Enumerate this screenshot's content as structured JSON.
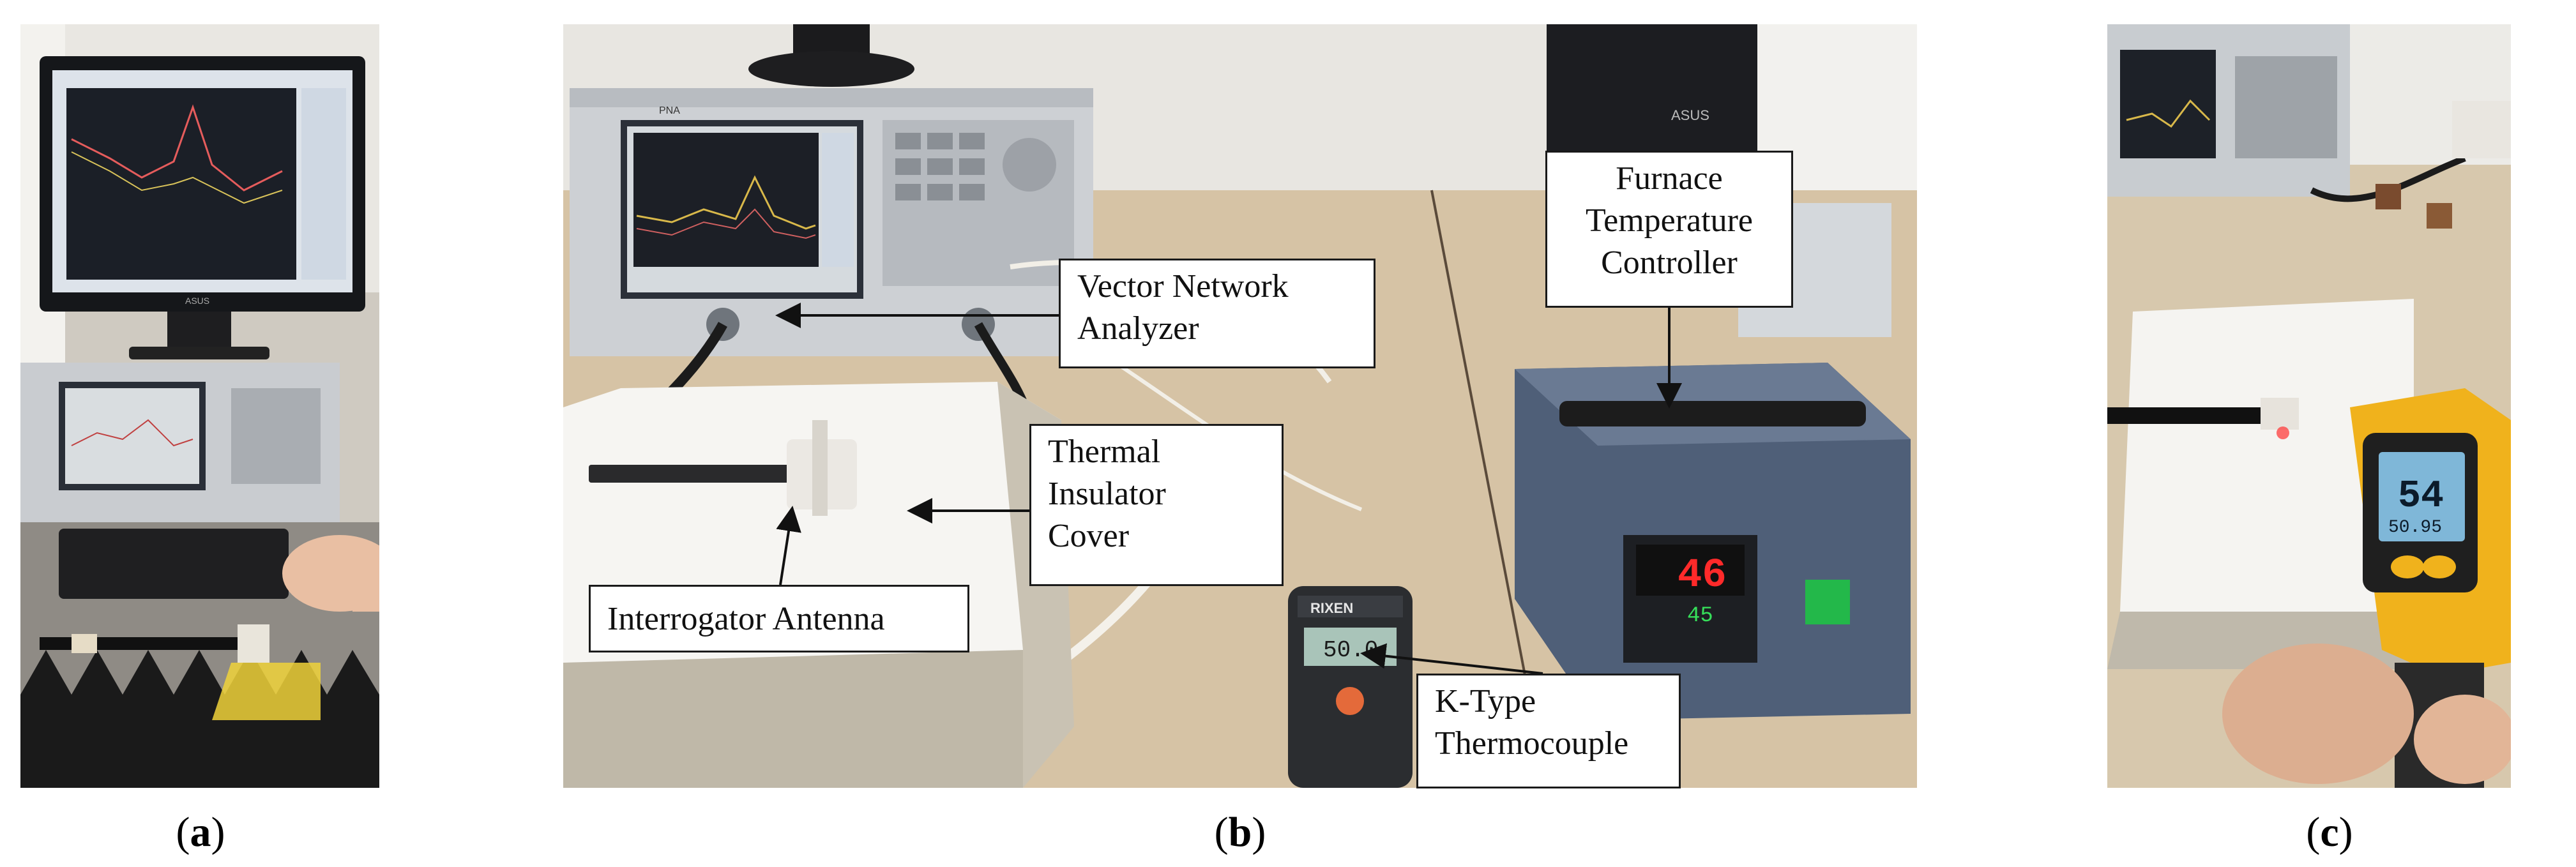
{
  "panels": {
    "a": {
      "caption_open": "(",
      "caption_letter": "a",
      "caption_close": ")"
    },
    "b": {
      "caption_open": "(",
      "caption_letter": "b",
      "caption_close": ")"
    },
    "c": {
      "caption_open": "(",
      "caption_letter": "c",
      "caption_close": ")"
    }
  },
  "callouts": {
    "vector_network_analyzer": "Vector Network\nAnalyzer",
    "furnace_temperature_controller": "Furnace\nTemperature\nController",
    "thermal_insulator_cover": "Thermal\nInsulator\nCover",
    "interrogator_antenna": "Interrogator Antenna",
    "k_type_thermocouple": "K-Type\nThermocouple"
  },
  "photo_text": {
    "analyzer_brand": "PNA",
    "monitor_brand": "ASUS",
    "controller_pv": "46",
    "controller_sv": "45",
    "thermocouple_brand": "RIXEN",
    "thermocouple_reading": "50.0",
    "ir_primary_reading": "54",
    "ir_secondary_reading": "50.95"
  }
}
